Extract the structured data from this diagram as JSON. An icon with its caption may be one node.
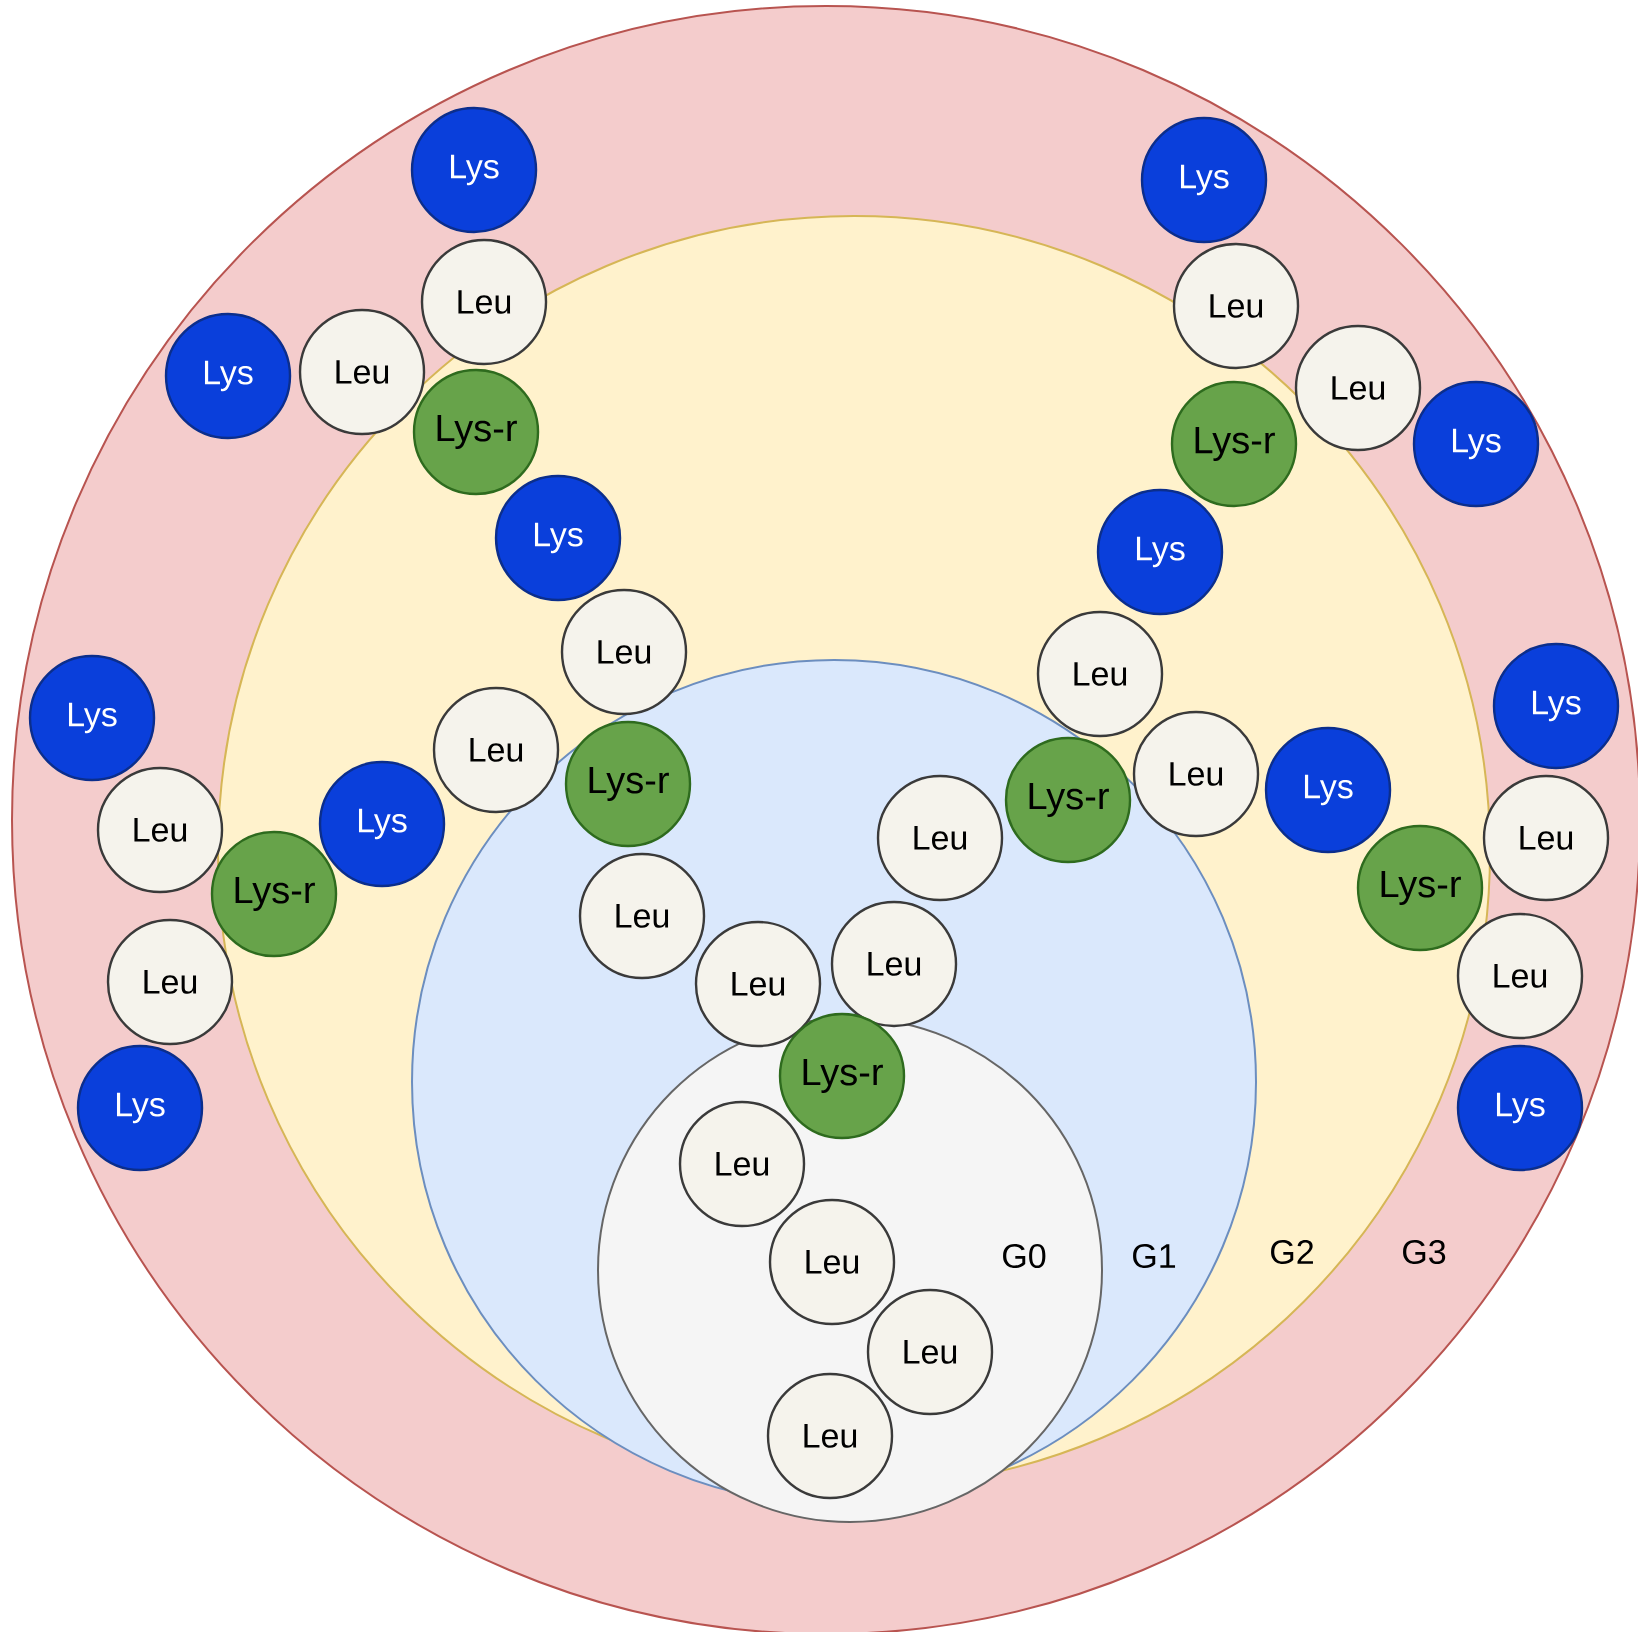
{
  "diagram": {
    "nodes": [
      {
        "text": [
          "G3"
        ]
      },
      {
        "text": [
          "G2"
        ],
        "in": 0
      },
      {
        "text": [
          "G1"
        ],
        "in": 1
      },
      {
        "text": [
          "G0"
        ],
        "in": 2
      },
      {
        "text": [
          "Lys"
        ],
        "in": 0
      },
      {
        "text": [
          "Lys"
        ],
        "in": 0
      },
      {
        "text": [
          "Leu"
        ],
        "in": 0
      },
      {
        "text": [
          "Leu"
        ],
        "in": 0
      },
      {
        "text": [
          "Lys"
        ],
        "in": 0
      },
      {
        "text": [
          "Leu"
        ],
        "in": 0
      },
      {
        "text": [
          "Leu"
        ],
        "in": 0
      },
      {
        "text": [
          "Lys-r"
        ],
        "in": 1
      },
      {
        "text": [
          "Lys-r"
        ],
        "in": 1
      },
      {
        "text": [
          "Lys"
        ],
        "in": 0
      },
      {
        "text": [
          "Lys"
        ],
        "in": 1
      },
      {
        "text": [
          "Lys"
        ],
        "in": 1
      },
      {
        "text": [
          "Leu"
        ],
        "in": 1
      },
      {
        "text": [
          "Leu"
        ],
        "in": 1
      },
      {
        "text": [
          "Lys"
        ],
        "in": 0
      },
      {
        "text": [
          "Lys"
        ],
        "in": 0
      },
      {
        "text": [
          "Leu"
        ],
        "in": 1
      },
      {
        "text": [
          "Leu"
        ],
        "in": 1
      },
      {
        "text": [
          "Lys-r"
        ],
        "in": 2
      },
      {
        "text": [
          "Lys"
        ],
        "in": 1
      },
      {
        "text": [
          "Lys-r"
        ],
        "in": 2
      },
      {
        "text": [
          "Lys"
        ],
        "in": 1
      },
      {
        "text": [
          "Leu"
        ],
        "in": 0
      },
      {
        "text": [
          "Leu"
        ],
        "in": 0
      },
      {
        "text": [
          "Leu"
        ],
        "in": 2
      },
      {
        "text": [
          "Lys-r"
        ],
        "in": 1
      },
      {
        "text": [
          "Lys-r"
        ],
        "in": 1
      },
      {
        "text": [
          "Leu"
        ],
        "in": 2
      },
      {
        "text": [
          "Leu"
        ],
        "in": 2
      },
      {
        "text": [
          "Leu"
        ],
        "in": 0
      },
      {
        "text": [
          "Leu"
        ],
        "in": 0
      },
      {
        "text": [
          "Leu"
        ],
        "in": 2
      },
      {
        "text": [
          "Lys-r"
        ],
        "in": 3
      },
      {
        "text": [
          "Lys"
        ],
        "in": 0
      },
      {
        "text": [
          "Lys"
        ],
        "in": 0
      },
      {
        "text": [
          "Leu"
        ],
        "in": 3
      },
      {
        "text": [
          "Leu"
        ],
        "in": 3
      },
      {
        "text": [
          "Leu"
        ],
        "in": 3
      },
      {
        "text": [
          "Leu"
        ],
        "in": 3
      }
    ]
  }
}
